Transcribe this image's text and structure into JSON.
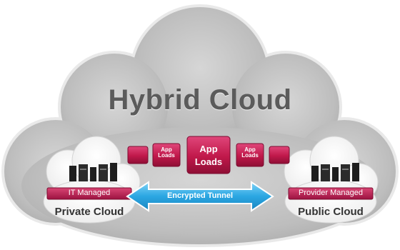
{
  "diagram": {
    "title": "Hybrid Cloud",
    "app_blocks": [
      {
        "label_line1": "App",
        "label_line2": "Loads"
      },
      {
        "label_line1": "App",
        "label_line2": "Loads"
      },
      {
        "label_line1": "App",
        "label_line2": "Loads"
      }
    ],
    "private_cloud": {
      "bar_label": "IT Managed",
      "name": "Private Cloud"
    },
    "public_cloud": {
      "bar_label": "Provider Managed",
      "name": "Public Cloud"
    },
    "tunnel_label": "Encrypted Tunnel",
    "colors": {
      "cloud_fill": "#bdbdbd",
      "cloud_edge": "#e8e8e8",
      "block": "#c0184a",
      "block_dark": "#8e0f35",
      "arrow": "#3ab0e8",
      "title": "#5b5b5b"
    }
  }
}
